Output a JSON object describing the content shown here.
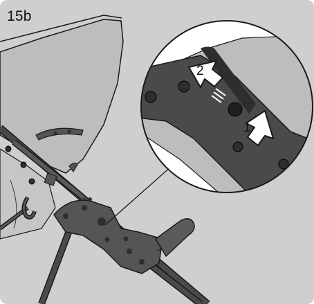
{
  "figure": {
    "step_label": "15b",
    "callouts": [
      {
        "number": "1",
        "action": "press"
      },
      {
        "number": "2",
        "action": "slide"
      }
    ]
  },
  "colors": {
    "background": "#cfcfcf",
    "canopy": "#bdbdbd",
    "frame_dark": "#4a4a4a",
    "bracket": "#555555",
    "bolt": "#2e2e2e",
    "outline": "#1a1a1a",
    "arrow_fill": "#ffffff"
  }
}
